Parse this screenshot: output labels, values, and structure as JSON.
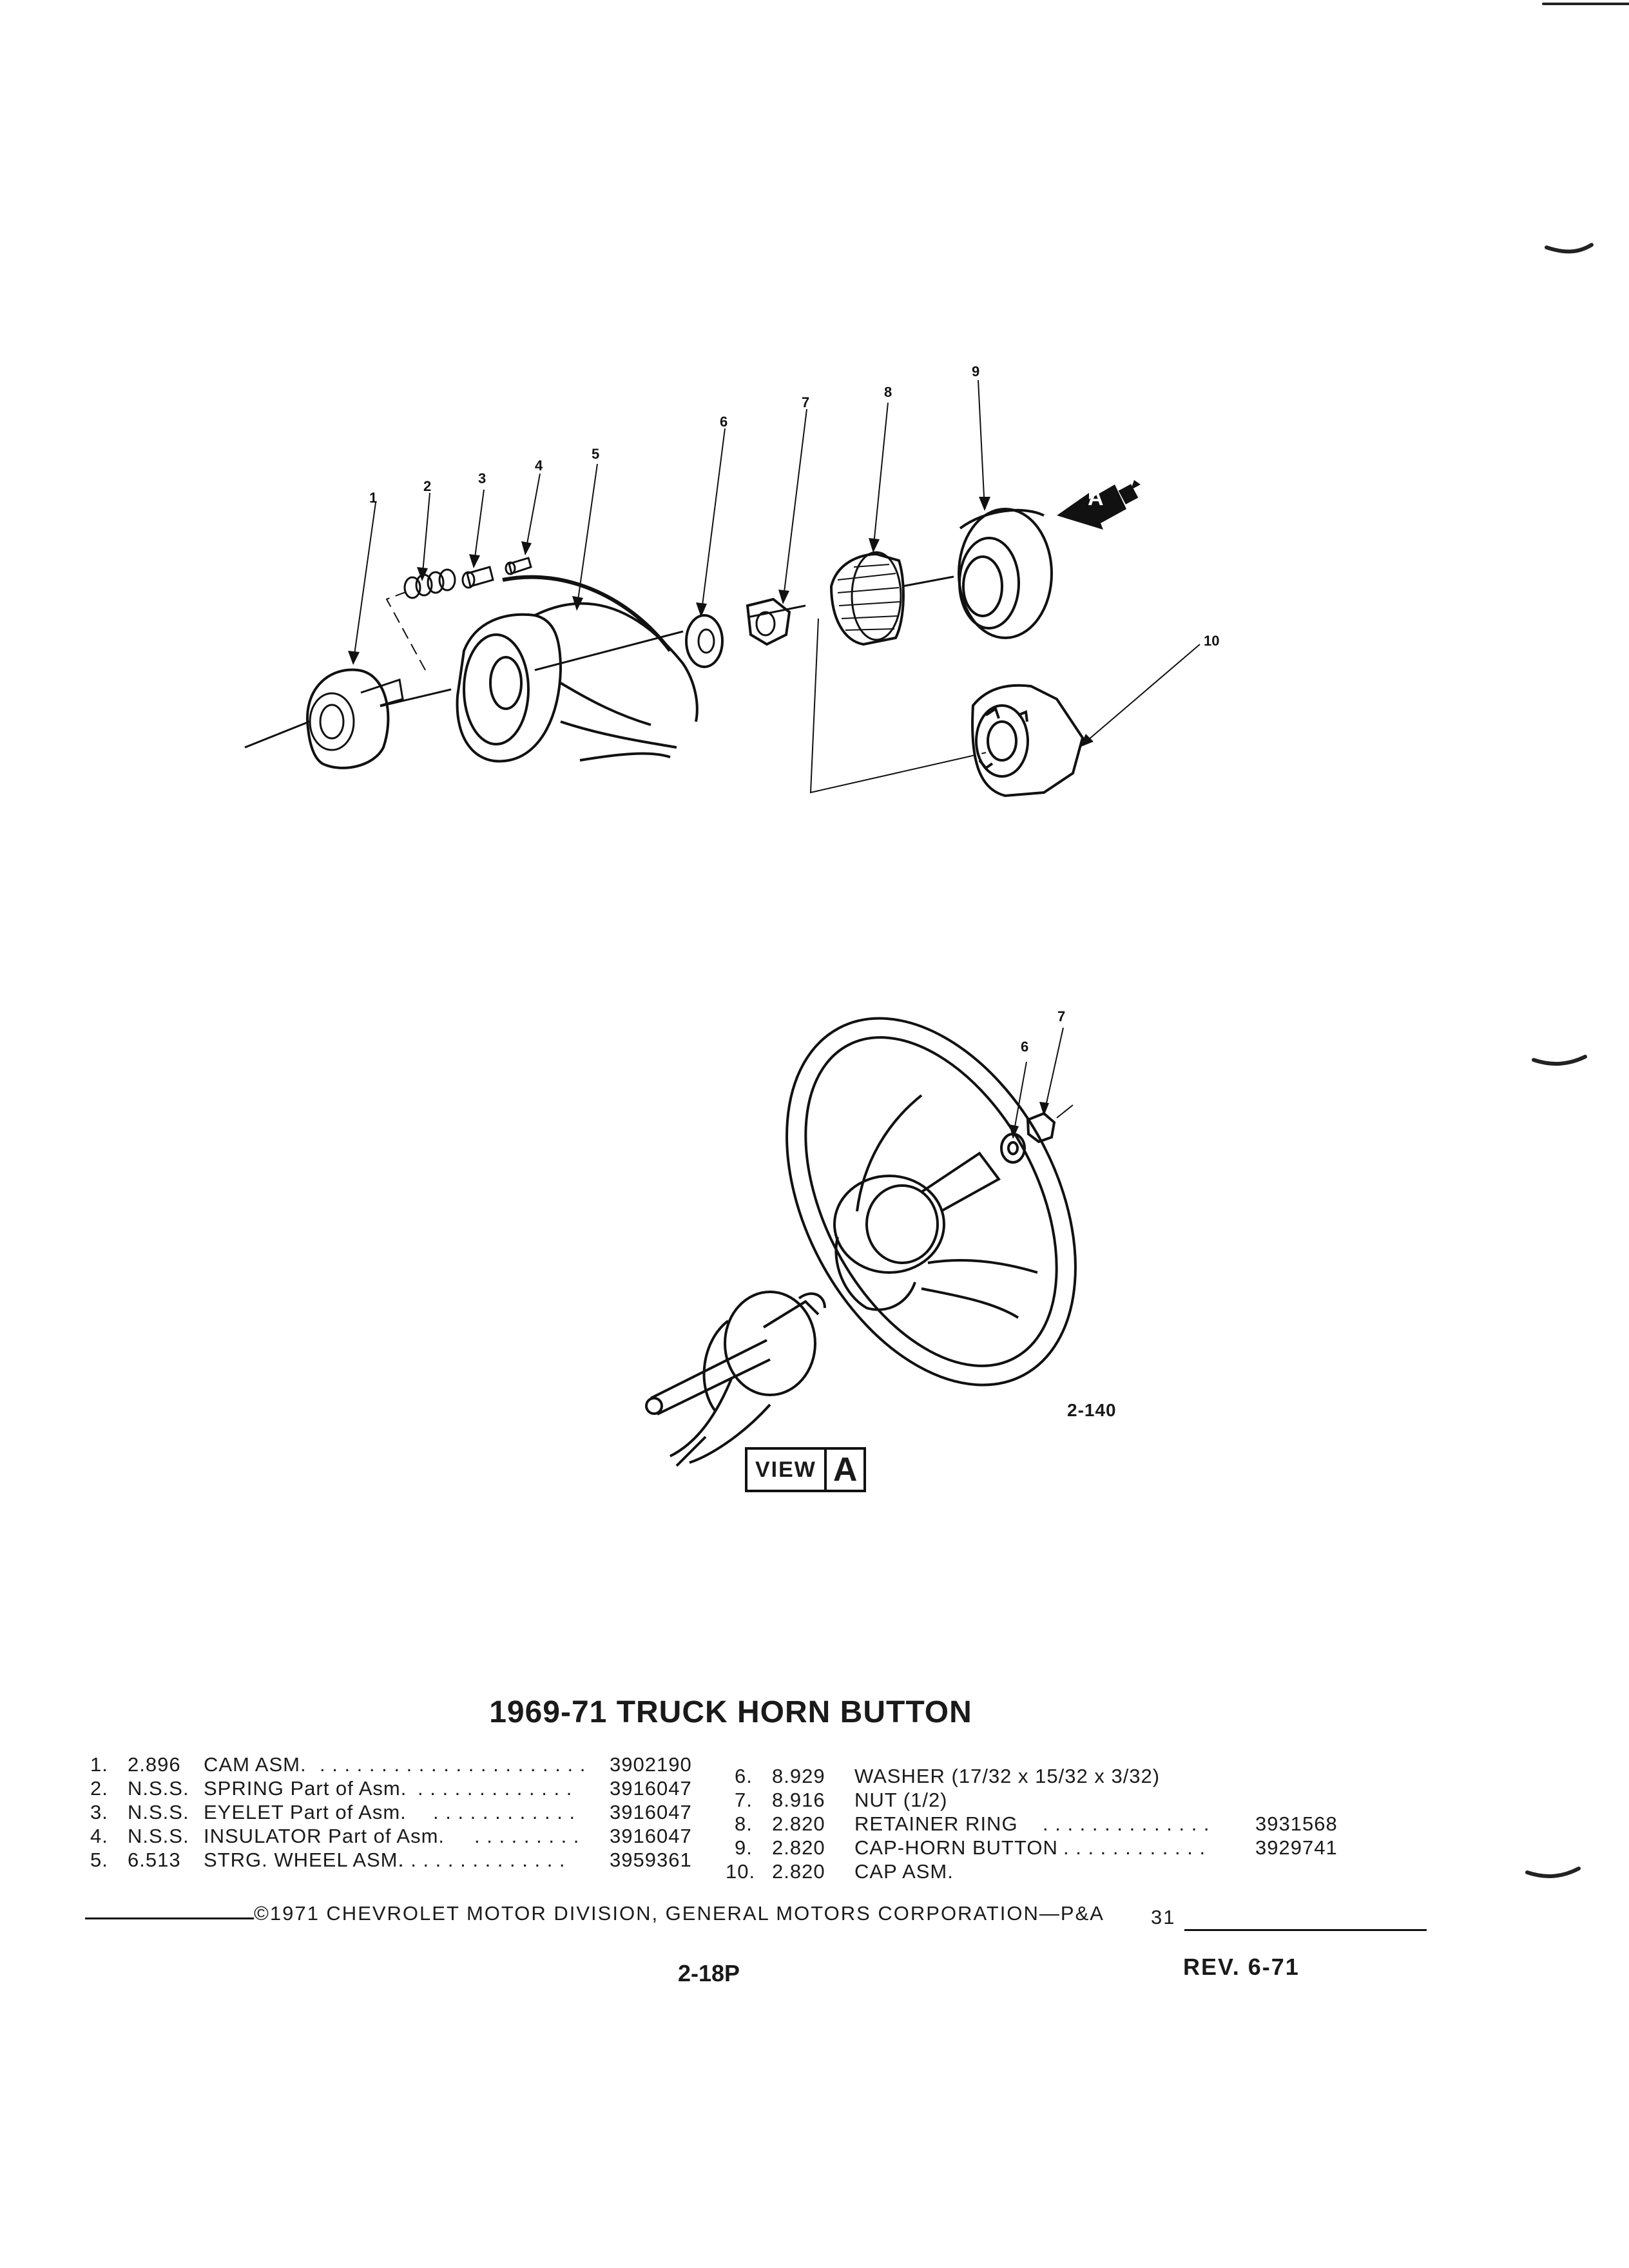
{
  "diagram": {
    "callouts_exploded": [
      "1",
      "2",
      "3",
      "4",
      "5",
      "6",
      "7",
      "8",
      "9",
      "10"
    ],
    "callouts_view": [
      "6",
      "7"
    ],
    "view_arrow_letter": "A",
    "figure_ref": "2-140",
    "view_label": "VIEW",
    "view_letter": "A"
  },
  "title": "1969-71 TRUCK HORN BUTTON",
  "parts_left": [
    {
      "no": "1.",
      "group": "2.896",
      "name": "CAM ASM.",
      "part": "3902190"
    },
    {
      "no": "2.",
      "group": "N.S.S.",
      "name": "SPRING Part of Asm.",
      "part": "3916047"
    },
    {
      "no": "3.",
      "group": "N.S.S.",
      "name": "EYELET Part of Asm.",
      "part": "3916047"
    },
    {
      "no": "4.",
      "group": "N.S.S.",
      "name": "INSULATOR Part of Asm.",
      "part": "3916047"
    },
    {
      "no": "5.",
      "group": "6.513",
      "name": "STRG. WHEEL ASM.",
      "part": "3959361"
    }
  ],
  "parts_right": [
    {
      "no": "6.",
      "group": "8.929",
      "name": "WASHER (17/32 x 15/32 x 3/32)",
      "part": ""
    },
    {
      "no": "7.",
      "group": "8.916",
      "name": "NUT (1/2)",
      "part": ""
    },
    {
      "no": "8.",
      "group": "2.820",
      "name": "RETAINER RING",
      "part": "3931568"
    },
    {
      "no": "9.",
      "group": "2.820",
      "name": "CAP-HORN BUTTON",
      "part": "3929741"
    },
    {
      "no": "10.",
      "group": "2.820",
      "name": "CAP ASM.",
      "part": ""
    }
  ],
  "footer": {
    "text": "©1971 CHEVROLET MOTOR DIVISION, GENERAL MOTORS CORPORATION—P&A",
    "page_ref": "31",
    "page_number": "2-18P",
    "revision": "REV. 6-71"
  }
}
